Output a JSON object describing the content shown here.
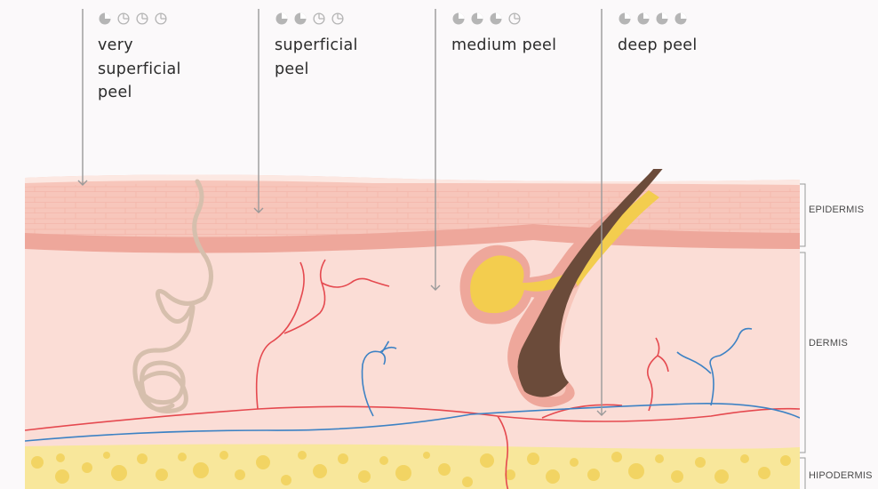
{
  "peels": [
    {
      "name_lines": [
        "very",
        "superficial",
        "peel"
      ],
      "intensity_filled": 1,
      "intensity_total": 4
    },
    {
      "name_lines": [
        "superficial",
        "peel"
      ],
      "intensity_filled": 2,
      "intensity_total": 4
    },
    {
      "name_lines": [
        "medium peel"
      ],
      "intensity_filled": 3,
      "intensity_total": 4
    },
    {
      "name_lines": [
        "deep peel"
      ],
      "intensity_filled": 4,
      "intensity_total": 4
    }
  ],
  "layers": [
    {
      "label": "EPIDERMIS"
    },
    {
      "label": "DERMIS"
    },
    {
      "label": "HIPODERMIS"
    }
  ],
  "colors": {
    "background": "#fbf9fa",
    "epidermis": "#f7c6bb",
    "dermis": "#fbddd6",
    "basal_layer": "#eea79b",
    "hypodermis": "#f8e79b",
    "fat_cell": "#f2d463",
    "artery": "#e5494f",
    "vein": "#3d82c4",
    "nerve": "#d6bfad",
    "hair": "#6b4b3a",
    "sebaceous_gland": "#f3cd4e",
    "arrow": "#9a9a9a",
    "icon": "#b5b5b5"
  }
}
